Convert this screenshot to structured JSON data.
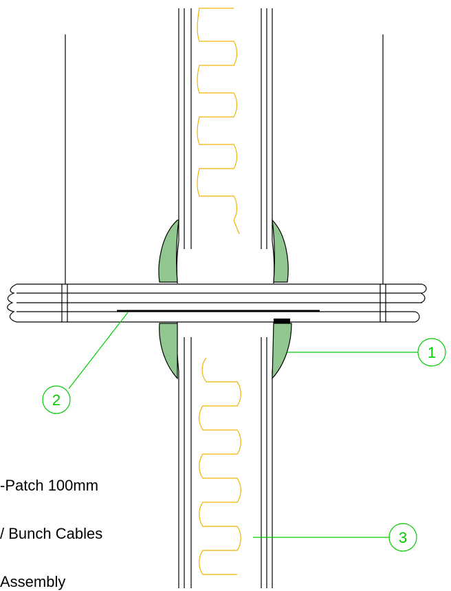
{
  "legend": {
    "items": [
      "-Patch 100mm",
      "/ Bunch Cables",
      "Assembly"
    ]
  },
  "callouts": [
    {
      "label": "1"
    },
    {
      "label": "2"
    },
    {
      "label": "3"
    }
  ],
  "colors": {
    "insulation": "#f0b400",
    "sealant_fill": "#8fc78f",
    "leader": "#00cc00",
    "line": "#000000"
  }
}
